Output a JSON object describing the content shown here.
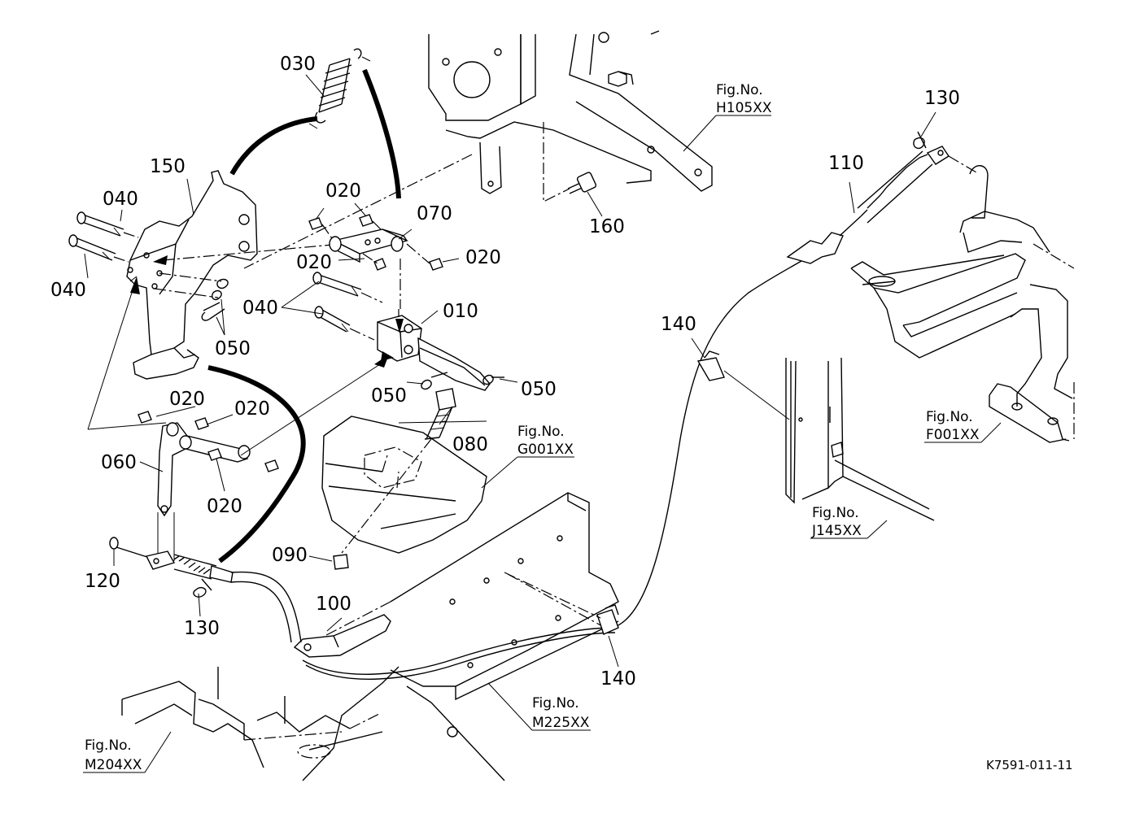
{
  "diagram": {
    "parts": [
      {
        "id": "p030",
        "label": "030"
      },
      {
        "id": "p150",
        "label": "150"
      },
      {
        "id": "p040a",
        "label": "040"
      },
      {
        "id": "p040b",
        "label": "040"
      },
      {
        "id": "p020a",
        "label": "020"
      },
      {
        "id": "p070",
        "label": "070"
      },
      {
        "id": "p020b",
        "label": "020"
      },
      {
        "id": "p020c",
        "label": "020"
      },
      {
        "id": "p040c",
        "label": "040"
      },
      {
        "id": "p010",
        "label": "010"
      },
      {
        "id": "p050a",
        "label": "050"
      },
      {
        "id": "p050b",
        "label": "050"
      },
      {
        "id": "p050c",
        "label": "050"
      },
      {
        "id": "p020d",
        "label": "020"
      },
      {
        "id": "p020e",
        "label": "020"
      },
      {
        "id": "p060",
        "label": "060"
      },
      {
        "id": "p020f",
        "label": "020"
      },
      {
        "id": "p080",
        "label": "080"
      },
      {
        "id": "p090",
        "label": "090"
      },
      {
        "id": "p120",
        "label": "120"
      },
      {
        "id": "p130a",
        "label": "130"
      },
      {
        "id": "p100",
        "label": "100"
      },
      {
        "id": "p140a",
        "label": "140"
      },
      {
        "id": "p140b",
        "label": "140"
      },
      {
        "id": "p110",
        "label": "110"
      },
      {
        "id": "p130b",
        "label": "130"
      },
      {
        "id": "p160",
        "label": "160"
      }
    ],
    "figure_refs": [
      {
        "id": "h105",
        "prefix": "Fig.No.",
        "code": "H105XX"
      },
      {
        "id": "g001",
        "prefix": "Fig.No.",
        "code": "G001XX"
      },
      {
        "id": "f001",
        "prefix": "Fig.No.",
        "code": "F001XX"
      },
      {
        "id": "j145",
        "prefix": "Fig.No.",
        "code": "J145XX"
      },
      {
        "id": "m225",
        "prefix": "Fig.No.",
        "code": "M225XX"
      },
      {
        "id": "m204",
        "prefix": "Fig.No.",
        "code": "M204XX"
      }
    ],
    "drawing_code": "K7591-011-11"
  }
}
